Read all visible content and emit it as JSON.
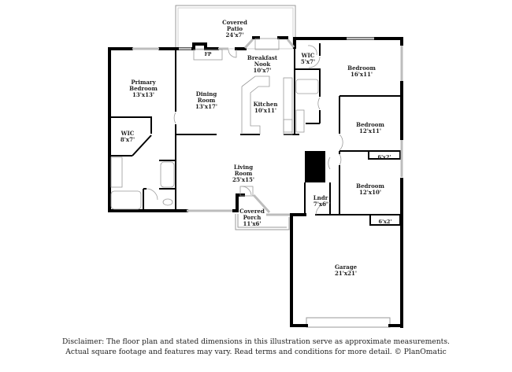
{
  "floor_plan": {
    "rooms": [
      {
        "id": "covered-patio",
        "name": "Covered\nPatio",
        "line1": "Covered",
        "line2": "Patio",
        "dims": "24'x7'"
      },
      {
        "id": "breakfast-nook",
        "line1": "Breakfast",
        "line2": "Nook",
        "dims": "10'x7'"
      },
      {
        "id": "wic-small",
        "line1": "WIC",
        "dims": "5'x7'"
      },
      {
        "id": "bedroom-1",
        "line1": "Bedroom",
        "dims": "16'x11'"
      },
      {
        "id": "primary-bedroom",
        "line1": "Primary",
        "line2": "Bedroom",
        "dims": "13'x13'"
      },
      {
        "id": "dining-room",
        "line1": "Dining",
        "line2": "Room",
        "dims": "13'x17'"
      },
      {
        "id": "kitchen",
        "line1": "Kitchen",
        "dims": "10'x11'"
      },
      {
        "id": "bedroom-2",
        "line1": "Bedroom",
        "dims": "12'x11'"
      },
      {
        "id": "closet-1",
        "dims": "6'x2'"
      },
      {
        "id": "wic-primary",
        "line1": "WIC",
        "dims": "8'x7'"
      },
      {
        "id": "living-room",
        "line1": "Living",
        "line2": "Room",
        "dims": "25'x15'"
      },
      {
        "id": "laundry",
        "line1": "Lndr",
        "dims": "7'x6'"
      },
      {
        "id": "bedroom-3",
        "line1": "Bedroom",
        "dims": "12'x10'"
      },
      {
        "id": "closet-2",
        "dims": "6'x2'"
      },
      {
        "id": "covered-porch",
        "line1": "Covered",
        "line2": "Porch",
        "dims": "11'x6'"
      },
      {
        "id": "garage",
        "line1": "Garage",
        "dims": "21'x21'"
      }
    ],
    "fixtures": {
      "fireplace": "FP"
    }
  },
  "disclaimer": {
    "line1": "Disclaimer: The floor plan and stated dimensions in this illustration serve as approximate measurements.",
    "line2": "Actual square footage and features may vary. Read terms and conditions for more detail. © PlanOmatic"
  },
  "colors": {
    "wall": "#000000",
    "window": "#bdbdbd",
    "fixture_line": "#9a9a9a",
    "text": "#222222",
    "background": "#ffffff"
  }
}
